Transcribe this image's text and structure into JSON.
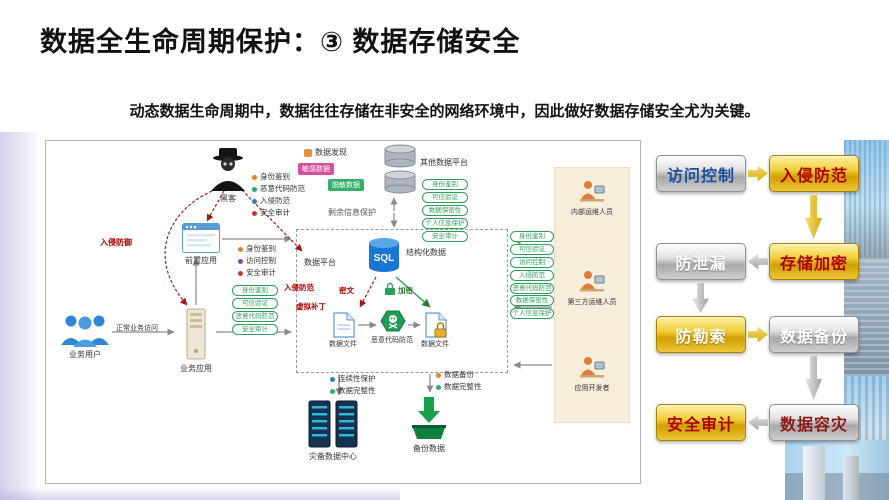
{
  "slide": {
    "title": "数据全生命周期保护：③ 数据存储安全",
    "subtitle": "动态数据生命周期中，数据往往存储在非安全的网络环境中，因此做好数据存储安全尤为关键。"
  },
  "colors": {
    "accent_gold": "#cf9e00",
    "accent_silver": "#c0c0c0",
    "pill_green": "#2e9e5b",
    "alert_red": "#b00000",
    "sql_blue": "#1976d2"
  },
  "diagram": {
    "hacker": "黑客",
    "hacker_controls": [
      "身份鉴别",
      "恶意代码防范",
      "入侵防范",
      "安全审计"
    ],
    "data_discovery": "数据发现",
    "sensitive_badge": "敏感数据",
    "masked_badge": "脱敏数据",
    "other_platforms": "其他数据平台",
    "platform_pills": [
      "身份鉴别",
      "可信验证",
      "数据保密性",
      "个人信息保护",
      "安全审计"
    ],
    "residual_info": "剩余信息保护",
    "front_app": "前置应用",
    "intrusion_defense": "入侵防御",
    "front_app_controls": [
      "身份鉴别",
      "访问控制",
      "安全审计"
    ],
    "gateway_pills": [
      "身份鉴别",
      "可信验证",
      "恶意代码防范",
      "安全审计"
    ],
    "intrusion_prevention": "入侵防范",
    "virtual_patch": "虚拟补丁",
    "data_platform": "数据平台",
    "sql_label": "SQL",
    "structured_data": "结构化数据",
    "ciphertext": "密文",
    "encryption": "加密",
    "data_file_plain": "数据文件",
    "malware_protection": "恶意代码防范",
    "data_file_encrypted": "数据文件",
    "ops_pills": [
      "身份鉴别",
      "可信验证",
      "访问控制",
      "入侵防范",
      "恶意代码防范"
    ],
    "privacy_pills": [
      "数据保密性",
      "个人信息保护"
    ],
    "personnel": [
      "内部运维人员",
      "第三方运维人员",
      "应用开发者"
    ],
    "business_users": "业务用户",
    "normal_access": "正常业务访问",
    "business_app": "业务应用",
    "dr_controls": [
      "连续性保护",
      "数据完整性"
    ],
    "dr_center": "灾备数据中心",
    "backup_controls": [
      "数据备份",
      "数据完整性"
    ],
    "backup_data": "备份数据"
  },
  "panel": {
    "buttons": [
      {
        "label": "访问控制"
      },
      {
        "label": "入侵防范"
      },
      {
        "label": "防泄漏"
      },
      {
        "label": "存储加密"
      },
      {
        "label": "防勒索"
      },
      {
        "label": "数据备份"
      },
      {
        "label": "安全审计"
      },
      {
        "label": "数据容灾"
      }
    ]
  }
}
